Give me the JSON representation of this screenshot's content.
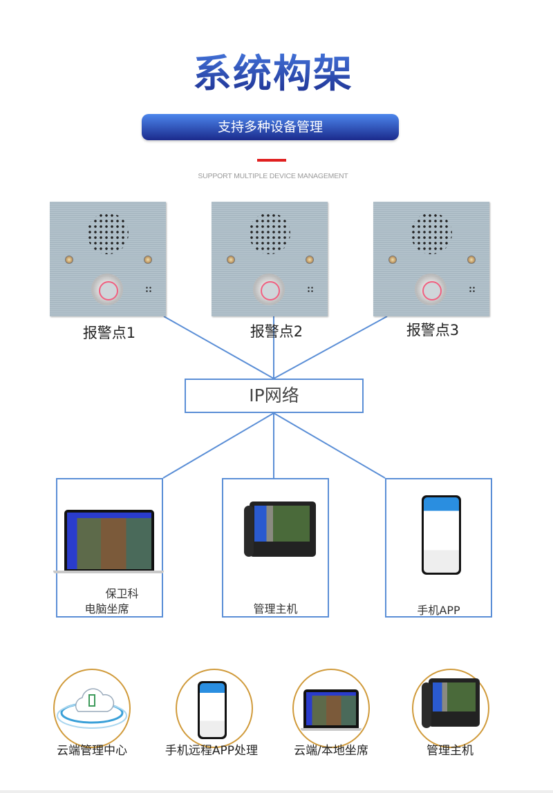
{
  "header": {
    "title": "系统构架",
    "pill": "支持多种设备管理",
    "subtitle": "SUPPORT MULTIPLE DEVICE MANAGEMENT"
  },
  "alarm_points": [
    {
      "label": "报警点1"
    },
    {
      "label": "报警点2"
    },
    {
      "label": "报警点3"
    }
  ],
  "network": {
    "label": "IP网络"
  },
  "terminals": [
    {
      "line1": "保卫科",
      "line2": "电脑坐席"
    },
    {
      "label": "管理主机"
    },
    {
      "label": "手机APP"
    }
  ],
  "features": [
    {
      "label": "云端管理中心"
    },
    {
      "label": "手机远程APP处理"
    },
    {
      "label": "云端/本地坐席"
    },
    {
      "label": "管理主机"
    }
  ],
  "colors": {
    "line": "#5a8ed6",
    "accent": "#e02020",
    "circle": "#d09a3a",
    "title": "#2a44b8"
  }
}
